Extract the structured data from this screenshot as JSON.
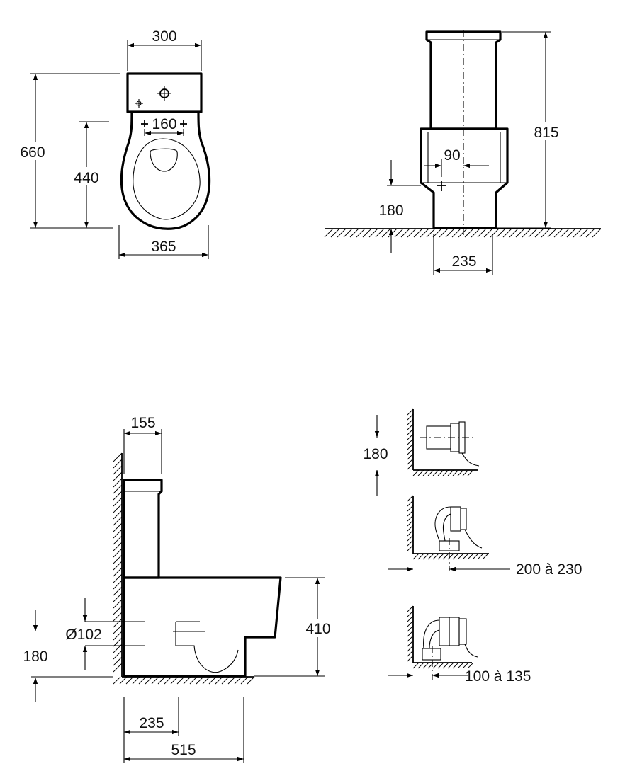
{
  "front_view": {
    "dim_tank_width": "300",
    "dim_total_height": "660",
    "dim_bowl_height": "440",
    "dim_fixing_spacing": "160",
    "dim_bowl_width": "365"
  },
  "side_view_top": {
    "dim_total_height": "815",
    "dim_outlet_offset": "90",
    "dim_outlet_height": "180",
    "dim_base_width": "235"
  },
  "side_view_bottom": {
    "dim_tank_depth": "155",
    "dim_pipe_diameter": "Ø102",
    "dim_outlet_height": "180",
    "dim_seat_height": "410",
    "dim_base_offset": "235",
    "dim_total_depth": "515"
  },
  "outlet_options": {
    "horizontal_height": "180",
    "vertical_range": "200 à 230",
    "angled_range": "100 à 135"
  }
}
